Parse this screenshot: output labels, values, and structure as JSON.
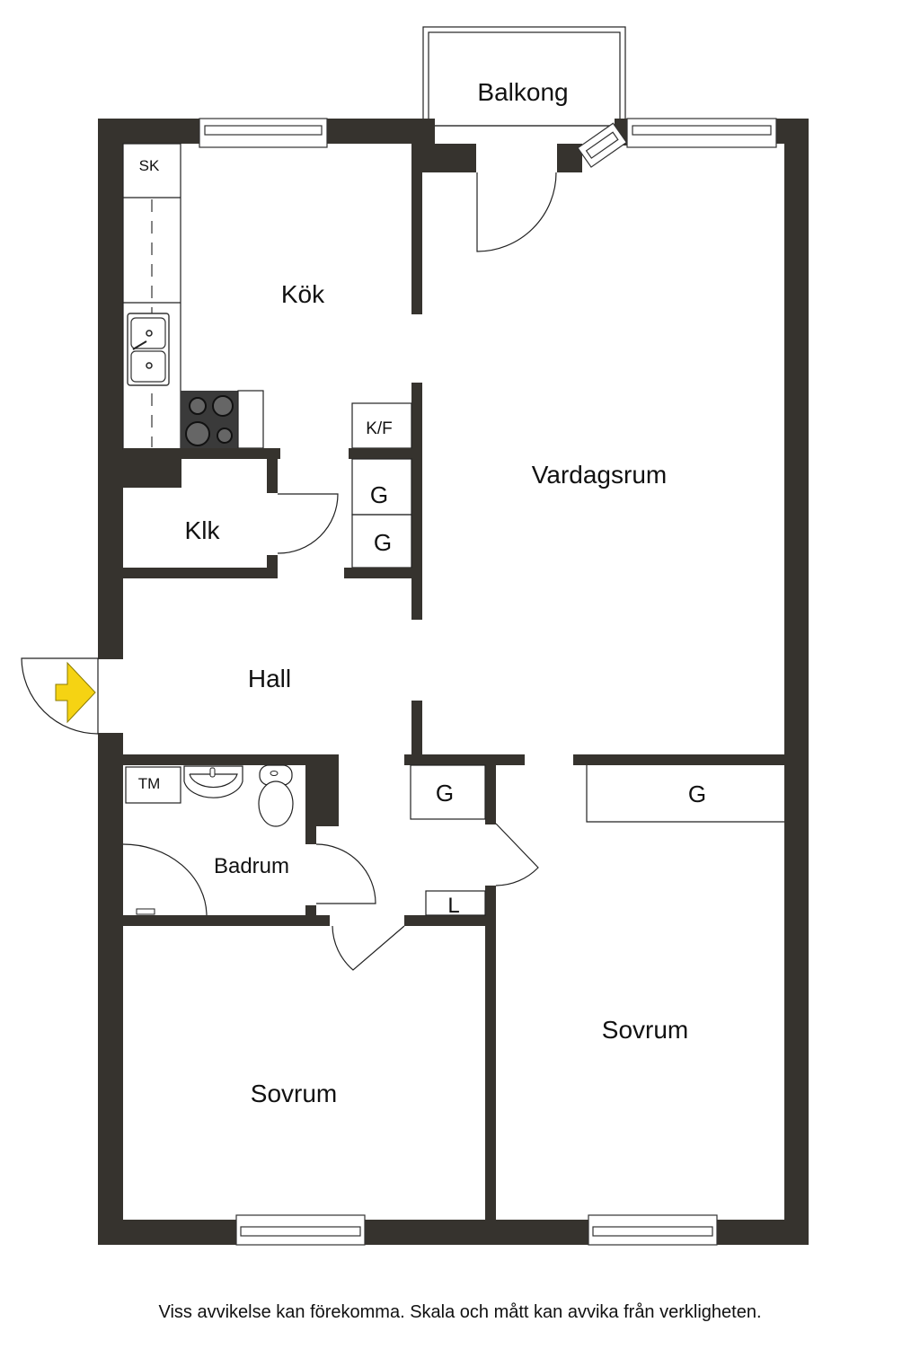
{
  "floorplan": {
    "rooms": {
      "balcony": "Balkong",
      "kitchen": "Kök",
      "living_room": "Vardagsrum",
      "closet": "Klk",
      "hall": "Hall",
      "bathroom": "Badrum",
      "bedroom_left": "Sovrum",
      "bedroom_right": "Sovrum"
    },
    "fixtures": {
      "cabinet_sk": "SK",
      "fridge_freezer": "K/F",
      "wardrobe_1": "G",
      "wardrobe_2": "G",
      "wardrobe_hall": "G",
      "wardrobe_bedroom": "G",
      "linen": "L",
      "washing_machine": "TM"
    },
    "entrance_icon": "entrance-arrow-icon",
    "colors": {
      "wall": "#36332e",
      "entrance_arrow": "#f5d313",
      "stove": "#3a3a3a"
    }
  },
  "disclaimer": "Viss avvikelse kan förekomma. Skala och mått kan avvika från verkligheten."
}
